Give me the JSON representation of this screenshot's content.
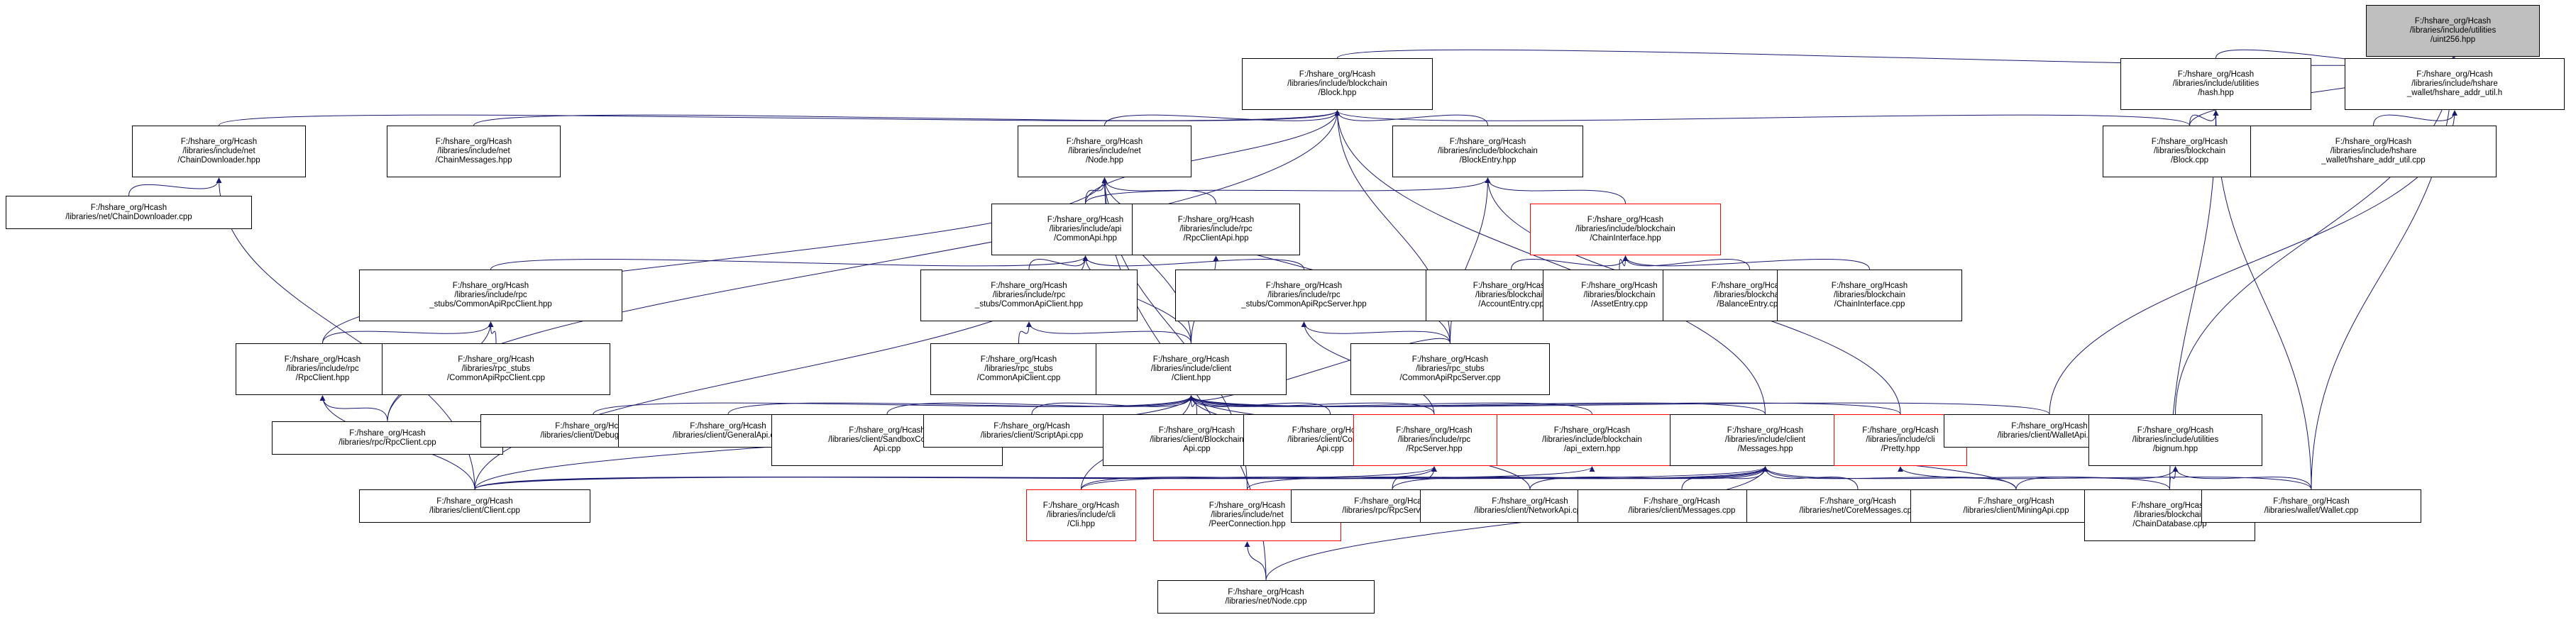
{
  "colors": {
    "edge": "#191970",
    "node_border": "#000000",
    "highlight_border": "#ff0000",
    "root_fill": "#bfbfbf"
  },
  "nodes": [
    {
      "id": "uint256",
      "lines": [
        "F:/hshare_org/Hcash",
        "/libraries/include/utilities",
        "/uint256.hpp"
      ]
    },
    {
      "id": "block_hpp",
      "lines": [
        "F:/hshare_org/Hcash",
        "/libraries/include/blockchain",
        "/Block.hpp"
      ]
    },
    {
      "id": "hash_hpp",
      "lines": [
        "F:/hshare_org/Hcash",
        "/libraries/include/utilities",
        "/hash.hpp"
      ]
    },
    {
      "id": "addr_util_h",
      "lines": [
        "F:/hshare_org/Hcash",
        "/libraries/include/hshare",
        "_wallet/hshare_addr_util.h"
      ]
    },
    {
      "id": "chain_downloader_hpp",
      "lines": [
        "F:/hshare_org/Hcash",
        "/libraries/include/net",
        "/ChainDownloader.hpp"
      ]
    },
    {
      "id": "chain_messages_hpp",
      "lines": [
        "F:/hshare_org/Hcash",
        "/libraries/include/net",
        "/ChainMessages.hpp"
      ]
    },
    {
      "id": "node_hpp",
      "lines": [
        "F:/hshare_org/Hcash",
        "/libraries/include/net",
        "/Node.hpp"
      ]
    },
    {
      "id": "block_entry_hpp",
      "lines": [
        "F:/hshare_org/Hcash",
        "/libraries/include/blockchain",
        "/BlockEntry.hpp"
      ]
    },
    {
      "id": "block_cpp",
      "lines": [
        "F:/hshare_org/Hcash",
        "/libraries/blockchain",
        "/Block.cpp"
      ]
    },
    {
      "id": "addr_util_cpp",
      "lines": [
        "F:/hshare_org/Hcash",
        "/libraries/include/hshare",
        "_wallet/hshare_addr_util.cpp"
      ]
    },
    {
      "id": "chain_downloader_cpp",
      "lines": [
        "F:/hshare_org/Hcash",
        "/libraries/net/ChainDownloader.cpp"
      ]
    },
    {
      "id": "common_api_hpp",
      "lines": [
        "F:/hshare_org/Hcash",
        "/libraries/include/api",
        "/CommonApi.hpp"
      ]
    },
    {
      "id": "rpc_client_api_hpp",
      "lines": [
        "F:/hshare_org/Hcash",
        "/libraries/include/rpc",
        "/RpcClientApi.hpp"
      ]
    },
    {
      "id": "chain_interface_hpp",
      "lines": [
        "F:/hshare_org/Hcash",
        "/libraries/include/blockchain",
        "/ChainInterface.hpp"
      ]
    },
    {
      "id": "common_api_rpc_client_hpp",
      "lines": [
        "F:/hshare_org/Hcash",
        "/libraries/include/rpc",
        "_stubs/CommonApiRpcClient.hpp"
      ]
    },
    {
      "id": "common_api_client_hpp",
      "lines": [
        "F:/hshare_org/Hcash",
        "/libraries/include/rpc",
        "_stubs/CommonApiClient.hpp"
      ]
    },
    {
      "id": "common_api_rpc_server_hpp",
      "lines": [
        "F:/hshare_org/Hcash",
        "/libraries/include/rpc",
        "_stubs/CommonApiRpcServer.hpp"
      ]
    },
    {
      "id": "account_entry_cpp",
      "lines": [
        "F:/hshare_org/Hcash",
        "/libraries/blockchain",
        "/AccountEntry.cpp"
      ]
    },
    {
      "id": "asset_entry_cpp",
      "lines": [
        "F:/hshare_org/Hcash",
        "/libraries/blockchain",
        "/AssetEntry.cpp"
      ]
    },
    {
      "id": "balance_entry_cpp",
      "lines": [
        "F:/hshare_org/Hcash",
        "/libraries/blockchain",
        "/BalanceEntry.cpp"
      ]
    },
    {
      "id": "chain_interface_cpp",
      "lines": [
        "F:/hshare_org/Hcash",
        "/libraries/blockchain",
        "/ChainInterface.cpp"
      ]
    },
    {
      "id": "rpc_client_hpp",
      "lines": [
        "F:/hshare_org/Hcash",
        "/libraries/include/rpc",
        "/RpcClient.hpp"
      ]
    },
    {
      "id": "common_api_rpc_client_cpp",
      "lines": [
        "F:/hshare_org/Hcash",
        "/libraries/rpc_stubs",
        "/CommonApiRpcClient.cpp"
      ]
    },
    {
      "id": "common_api_client_cpp",
      "lines": [
        "F:/hshare_org/Hcash",
        "/libraries/rpc_stubs",
        "/CommonApiClient.cpp"
      ]
    },
    {
      "id": "client_hpp",
      "lines": [
        "F:/hshare_org/Hcash",
        "/libraries/include/client",
        "/Client.hpp"
      ]
    },
    {
      "id": "common_api_rpc_server_cpp",
      "lines": [
        "F:/hshare_org/Hcash",
        "/libraries/rpc_stubs",
        "/CommonApiRpcServer.cpp"
      ]
    },
    {
      "id": "rpc_client_cpp",
      "lines": [
        "F:/hshare_org/Hcash",
        "/libraries/rpc/RpcClient.cpp"
      ]
    },
    {
      "id": "debug_api_cpp",
      "lines": [
        "F:/hshare_org/Hcash",
        "/libraries/client/DebugApi.cpp"
      ]
    },
    {
      "id": "general_api_cpp",
      "lines": [
        "F:/hshare_org/Hcash",
        "/libraries/client/GeneralApi.cpp"
      ]
    },
    {
      "id": "sandbox_contract_api_cpp",
      "lines": [
        "F:/hshare_org/Hcash",
        "/libraries/client/SandboxContract",
        "Api.cpp"
      ]
    },
    {
      "id": "script_api_cpp",
      "lines": [
        "F:/hshare_org/Hcash",
        "/libraries/client/ScriptApi.cpp"
      ]
    },
    {
      "id": "blockchain_api_cpp",
      "lines": [
        "F:/hshare_org/Hcash",
        "/libraries/client/Blockchain",
        "Api.cpp"
      ]
    },
    {
      "id": "contract_api_cpp",
      "lines": [
        "F:/hshare_org/Hcash",
        "/libraries/client/Contract",
        "Api.cpp"
      ]
    },
    {
      "id": "rpc_server_hpp",
      "lines": [
        "F:/hshare_org/Hcash",
        "/libraries/include/rpc",
        "/RpcServer.hpp"
      ]
    },
    {
      "id": "api_extern_hpp",
      "lines": [
        "F:/hshare_org/Hcash",
        "/libraries/include/blockchain",
        "/api_extern.hpp"
      ]
    },
    {
      "id": "messages_hpp",
      "lines": [
        "F:/hshare_org/Hcash",
        "/libraries/include/client",
        "/Messages.hpp"
      ]
    },
    {
      "id": "pretty_hpp",
      "lines": [
        "F:/hshare_org/Hcash",
        "/libraries/include/cli",
        "/Pretty.hpp"
      ]
    },
    {
      "id": "wallet_api_cpp",
      "lines": [
        "F:/hshare_org/Hcash",
        "/libraries/client/WalletApi.cpp"
      ]
    },
    {
      "id": "bignum_hpp",
      "lines": [
        "F:/hshare_org/Hcash",
        "/libraries/include/utilities",
        "/bignum.hpp"
      ]
    },
    {
      "id": "client_cpp",
      "lines": [
        "F:/hshare_org/Hcash",
        "/libraries/client/Client.cpp"
      ]
    },
    {
      "id": "cli_hpp",
      "lines": [
        "F:/hshare_org/Hcash",
        "/libraries/include/cli",
        "/Cli.hpp"
      ]
    },
    {
      "id": "peer_connection_hpp",
      "lines": [
        "F:/hshare_org/Hcash",
        "/libraries/include/net",
        "/PeerConnection.hpp"
      ]
    },
    {
      "id": "rpc_server_cpp",
      "lines": [
        "F:/hshare_org/Hcash",
        "/libraries/rpc/RpcServer.cpp"
      ]
    },
    {
      "id": "network_api_cpp",
      "lines": [
        "F:/hshare_org/Hcash",
        "/libraries/client/NetworkApi.cpp"
      ]
    },
    {
      "id": "messages_cpp",
      "lines": [
        "F:/hshare_org/Hcash",
        "/libraries/client/Messages.cpp"
      ]
    },
    {
      "id": "core_messages_cpp",
      "lines": [
        "F:/hshare_org/Hcash",
        "/libraries/net/CoreMessages.cpp"
      ]
    },
    {
      "id": "mining_api_cpp",
      "lines": [
        "F:/hshare_org/Hcash",
        "/libraries/client/MiningApi.cpp"
      ]
    },
    {
      "id": "chain_database_cpp",
      "lines": [
        "F:/hshare_org/Hcash",
        "/libraries/blockchain",
        "/ChainDatabase.cpp"
      ]
    },
    {
      "id": "wallet_cpp",
      "lines": [
        "F:/hshare_org/Hcash",
        "/libraries/wallet/Wallet.cpp"
      ]
    },
    {
      "id": "net_node_cpp",
      "lines": [
        "F:/hshare_org/Hcash",
        "/libraries/net/Node.cpp"
      ]
    }
  ]
}
